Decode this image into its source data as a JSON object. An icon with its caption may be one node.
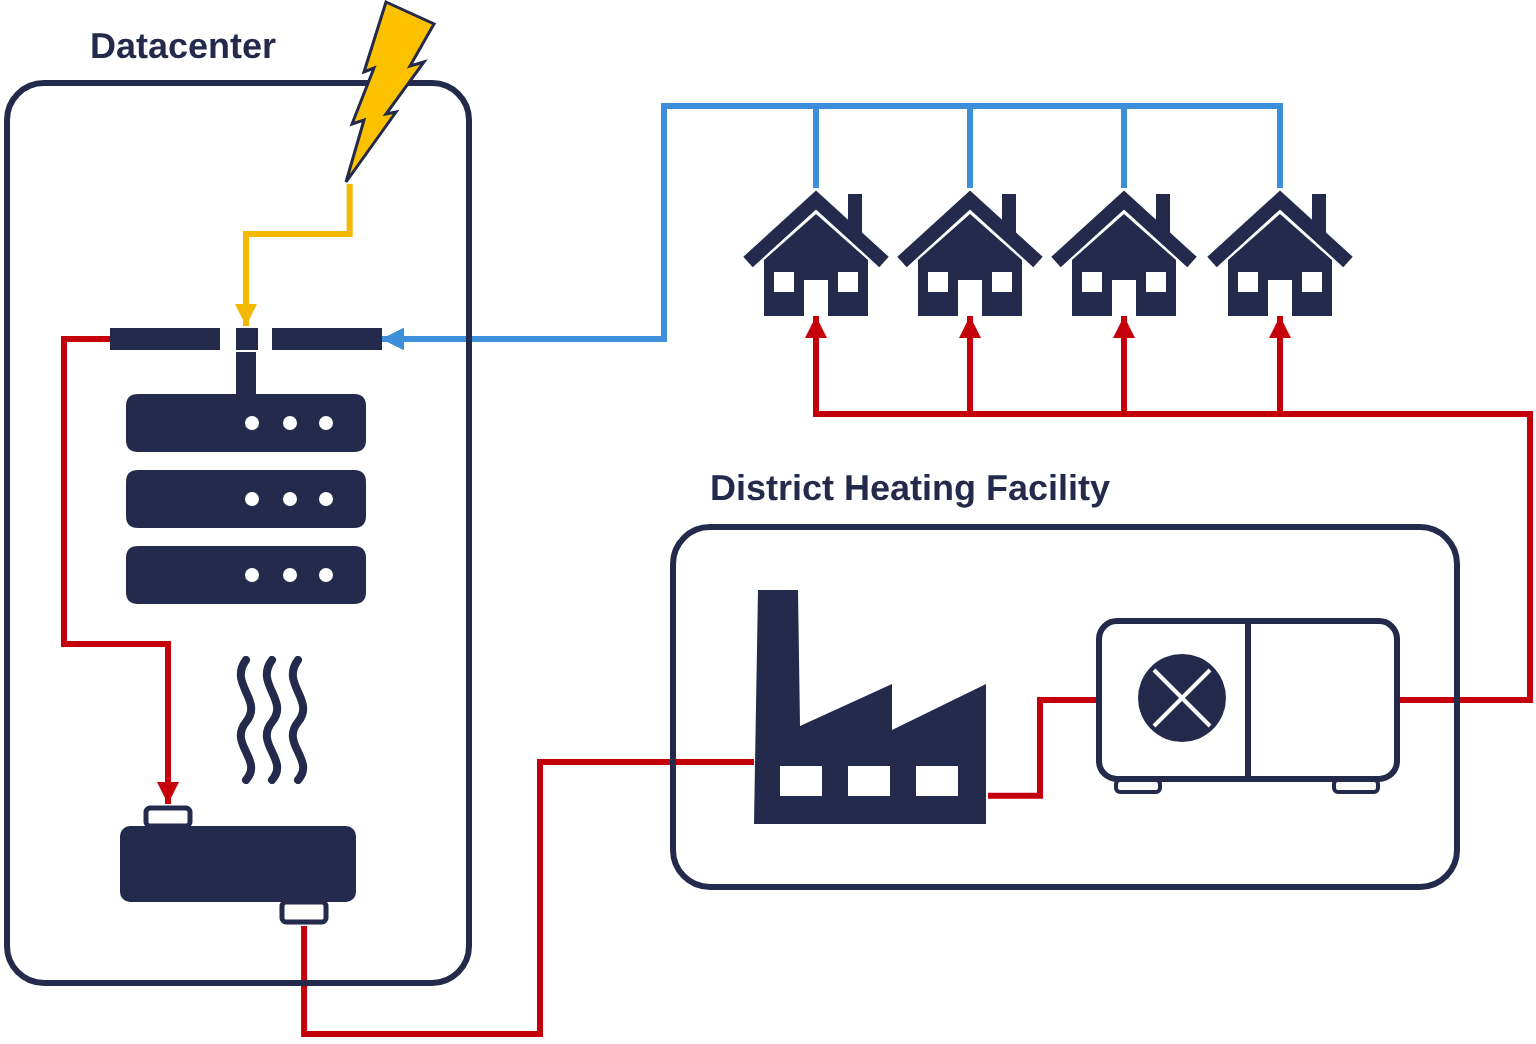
{
  "diagram": {
    "nodes": [
      {
        "text": [
          "Datacenter"
        ]
      },
      {
        "text": [],
        "shape": "picture"
      },
      {
        "text": [],
        "shape": "bar",
        "in": 0
      },
      {
        "text": [],
        "shape": "picture",
        "in": 0
      },
      {
        "text": [],
        "shape": "box",
        "in": 0
      },
      {
        "text": [],
        "shape": "picture"
      },
      {
        "text": [],
        "shape": "picture"
      },
      {
        "text": [],
        "shape": "picture"
      },
      {
        "text": [],
        "shape": "picture"
      },
      {
        "text": [
          "District Heating Facility"
        ]
      },
      {
        "text": [],
        "shape": "picture",
        "in": 9
      },
      {
        "text": [],
        "shape": "picture",
        "in": 9
      }
    ],
    "edges": [
      {
        "from": 1,
        "to": 2,
        "arrow": "to",
        "color": "#f5b800"
      },
      {
        "from": 5,
        "to": 2,
        "arrow": "to",
        "color": "#3d8fd9"
      },
      {
        "from": 6,
        "to": 2,
        "arrow": "to",
        "color": "#3d8fd9"
      },
      {
        "from": 7,
        "to": 2,
        "arrow": "to",
        "color": "#3d8fd9"
      },
      {
        "from": 8,
        "to": 2,
        "arrow": "to",
        "color": "#3d8fd9"
      },
      {
        "from": 2,
        "to": 3,
        "arrow": "none",
        "style": "thick",
        "color": "#232a4b"
      },
      {
        "from": 2,
        "to": 4,
        "arrow": "to"
      },
      {
        "from": 4,
        "to": 10,
        "arrow": "none"
      },
      {
        "from": 10,
        "to": 11,
        "arrow": "none"
      },
      {
        "from": 11,
        "to": 5,
        "arrow": "to"
      },
      {
        "from": 11,
        "to": 6,
        "arrow": "to"
      },
      {
        "from": 11,
        "to": 7,
        "arrow": "to"
      },
      {
        "from": 11,
        "to": 8,
        "arrow": "to"
      }
    ]
  }
}
